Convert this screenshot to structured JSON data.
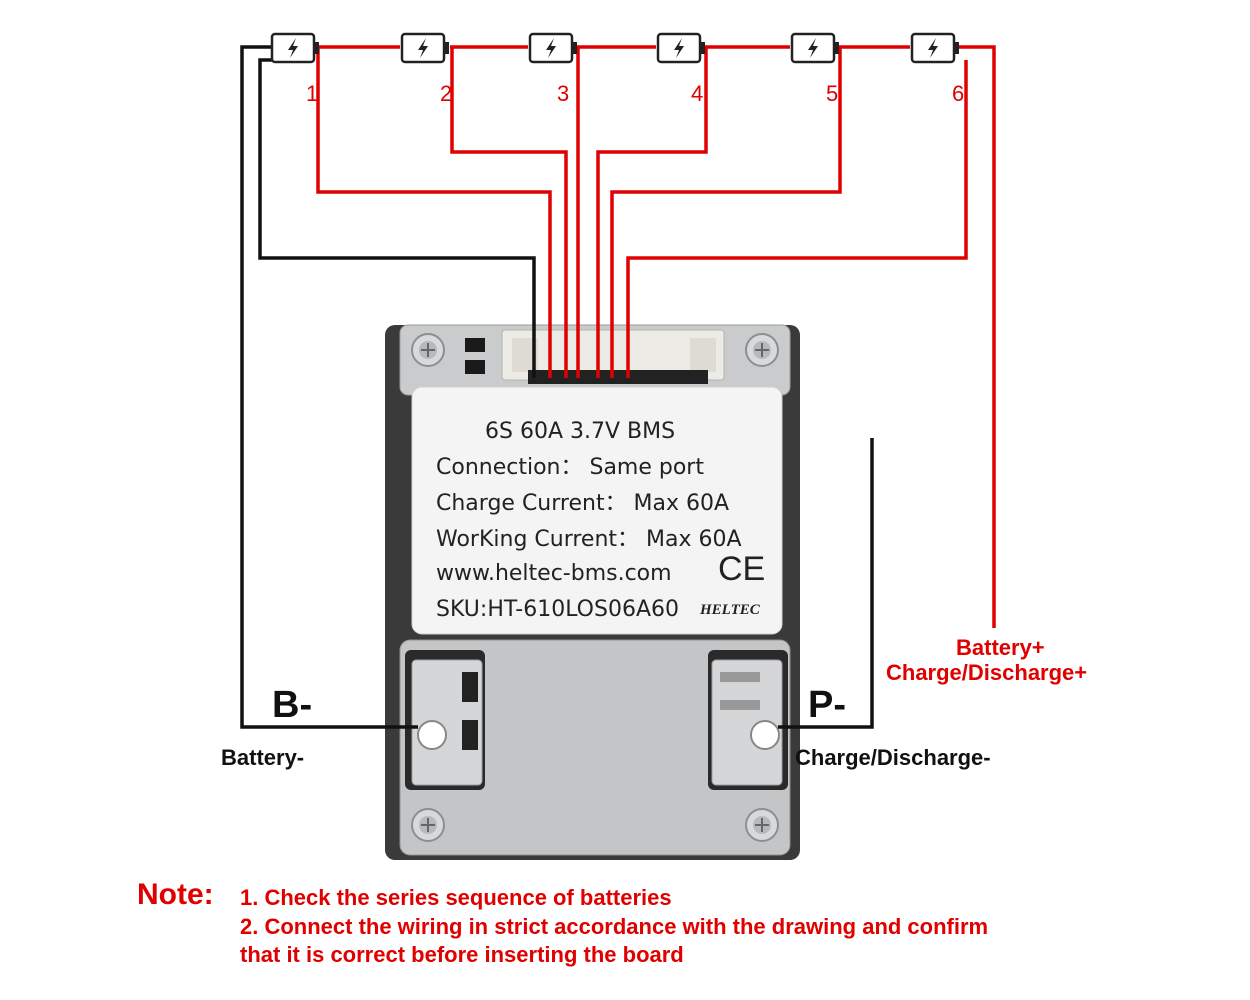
{
  "cells": [
    {
      "number": "1"
    },
    {
      "number": "2"
    },
    {
      "number": "3"
    },
    {
      "number": "4"
    },
    {
      "number": "5"
    },
    {
      "number": "6"
    }
  ],
  "icons": {
    "cell": "battery-cell-icon",
    "bolt": "lightning-bolt-icon",
    "ce": "ce-mark-icon",
    "screw": "screw-icon"
  },
  "colors": {
    "balance_wire": "#e00000",
    "negative_wire": "#111111",
    "note": "#e00000"
  },
  "board_label": {
    "title": "6S 60A 3.7V BMS",
    "connection": "Connection：  Same port",
    "charge_current": "Charge Current：  Max 60A",
    "working_current": "WorKing Current：  Max 60A",
    "website": "www.heltec-bms.com",
    "ce": "CE",
    "sku": "SKU:HT-610LOS06A60",
    "brand": "HELTEC"
  },
  "terminals": {
    "b_minus": "B-",
    "p_minus": "P-",
    "battery_minus": "Battery-",
    "charge_discharge_minus": "Charge/Discharge-",
    "battery_plus": "Battery+",
    "charge_discharge_plus": "Charge/Discharge+"
  },
  "note": {
    "head": "Note:",
    "line1": "1. Check the series sequence of batteries",
    "line2": "2. Connect the wiring in strict accordance with the drawing and confirm",
    "line3": "that it is correct before inserting the board"
  }
}
